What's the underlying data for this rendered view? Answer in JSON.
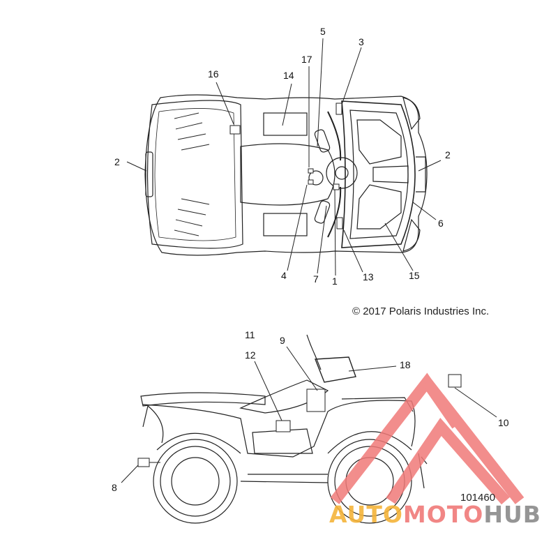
{
  "callouts": {
    "c1": "1",
    "c2a": "2",
    "c2b": "2",
    "c3": "3",
    "c4": "4",
    "c5": "5",
    "c6": "6",
    "c7": "7",
    "c8": "8",
    "c9": "9",
    "c10": "10",
    "c11": "11",
    "c12": "12",
    "c13": "13",
    "c14": "14",
    "c15": "15",
    "c16": "16",
    "c17": "17",
    "c18": "18"
  },
  "copyright": "© 2017 Polaris Industries Inc.",
  "part_number": "101460",
  "watermark": {
    "part1": "AUTO",
    "part2": "MOTO",
    "part3": "HUB"
  },
  "colors": {
    "line": "#222222",
    "watermark_red": "#f07a78",
    "watermark_orange": "#f5b43a",
    "watermark_gray": "#8a8a8a"
  }
}
